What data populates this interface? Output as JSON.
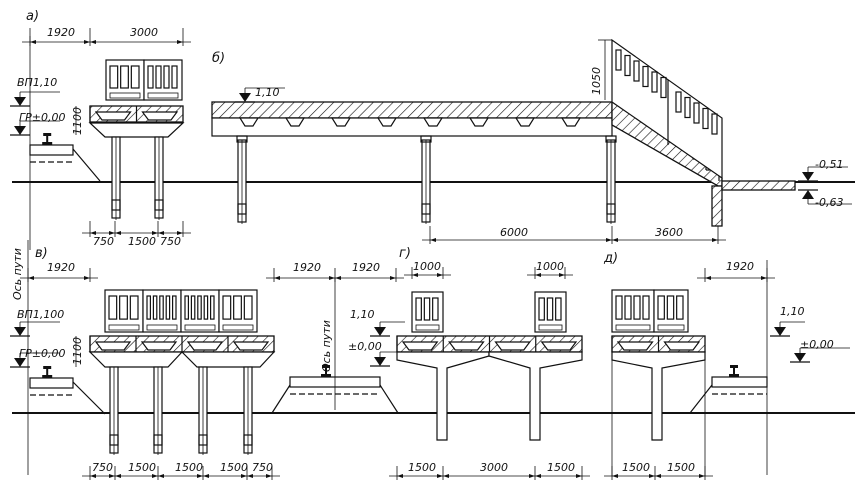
{
  "panels": {
    "a": {
      "label": "а)",
      "dims_top": [
        "1920",
        "3000"
      ],
      "level_platform": "ВП1,10",
      "level_rail": "ГР±0,00",
      "height": "1100",
      "dims_bottom": [
        "750",
        "1500",
        "750"
      ]
    },
    "b": {
      "label": "б)",
      "level": "1,10",
      "railing_height": "1050",
      "level_low1": "-0,51",
      "level_low2": "-0,63",
      "dims_bottom": [
        "6000",
        "3600"
      ]
    },
    "v": {
      "label": "в)",
      "axis": "Ось пути",
      "dims_top": [
        "1920",
        "1920",
        "1920"
      ],
      "level_platform": "ВП1,100",
      "level_rail": "ГР±0,00",
      "height": "1100",
      "axis_right": "Ось пути",
      "level_right_top": "1,10",
      "level_right_bottom": "±0,00",
      "dims_bottom": [
        "750",
        "1500",
        "1500",
        "1500",
        "750"
      ]
    },
    "g": {
      "label": "г)",
      "dims_top": [
        "1000",
        "1000"
      ],
      "dims_bottom": [
        "1500",
        "3000",
        "1500"
      ]
    },
    "d": {
      "label": "д)",
      "dims_top": [
        "1920"
      ],
      "level_top": "1,10",
      "level_bottom": "±0,00",
      "dims_bottom": [
        "1500",
        "1500"
      ]
    }
  }
}
